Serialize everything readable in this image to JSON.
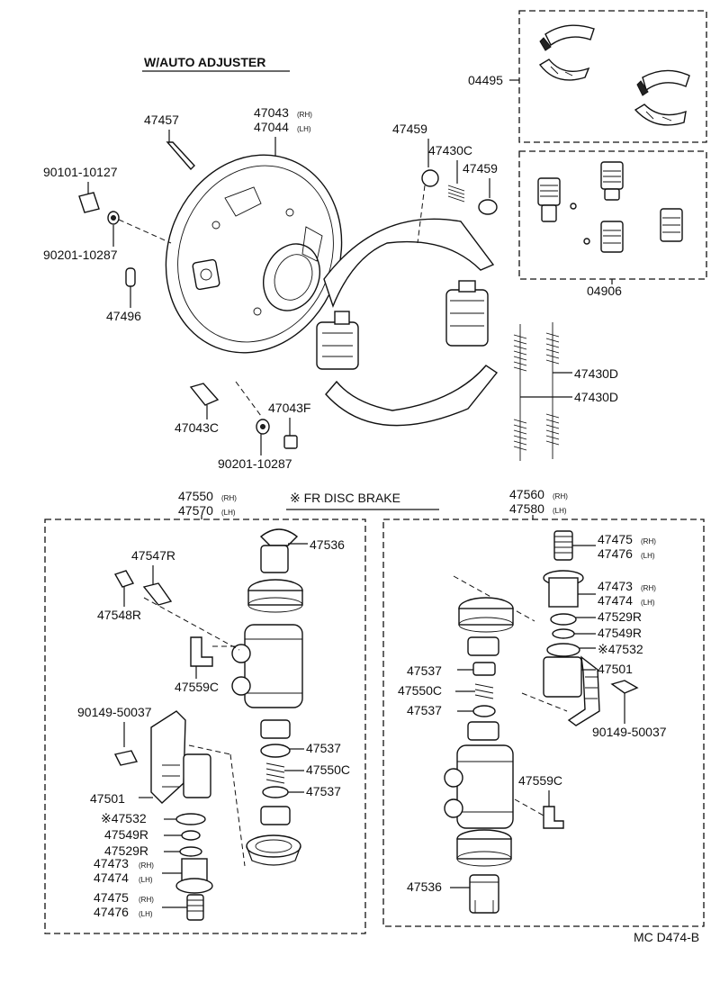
{
  "header": {
    "title": "W/AUTO ADJUSTER",
    "disc_note": "※ FR DISC BRAKE",
    "diagram_code": "MC D474-B"
  },
  "labels": {
    "p47457": "47457",
    "p47043": "47043",
    "p47044": "47044",
    "rh": "(RH)",
    "lh": "(LH)",
    "p47459a": "47459",
    "p47430c": "47430C",
    "p47459b": "47459",
    "p04495": "04495",
    "p04906": "04906",
    "p90101": "90101-10127",
    "p90201a": "90201-10287",
    "p47496": "47496",
    "p47043c": "47043C",
    "p47043f": "47043F",
    "p90201b": "90201-10287",
    "p47430d1": "47430D",
    "p47430d2": "47430D",
    "p47550": "47550",
    "p47570": "47570",
    "p47560": "47560",
    "p47580": "47580",
    "p47536a": "47536",
    "p47547r": "47547R",
    "p47548r": "47548R",
    "p47559c_l": "47559C",
    "p90149_l": "90149-50037",
    "p47537_l1": "47537",
    "p47550c_l": "47550C",
    "p47537_l2": "47537",
    "p47501_l": "47501",
    "p47532_l": "※47532",
    "p47549r_l": "47549R",
    "p47529r_l": "47529R",
    "p47473_l": "47473",
    "p47474_l": "47474",
    "p47475_l": "47475",
    "p47476_l": "47476",
    "p47475_r": "47475",
    "p47476_r": "47476",
    "p47473_r": "47473",
    "p47474_r": "47474",
    "p47529r_r": "47529R",
    "p47549r_r": "47549R",
    "p47532_r": "※47532",
    "p47537_r1": "47537",
    "p47501_r": "47501",
    "p47550c_r": "47550C",
    "p47537_r2": "47537",
    "p90149_r": "90149-50037",
    "p47559c_r": "47559C",
    "p47536b": "47536"
  }
}
